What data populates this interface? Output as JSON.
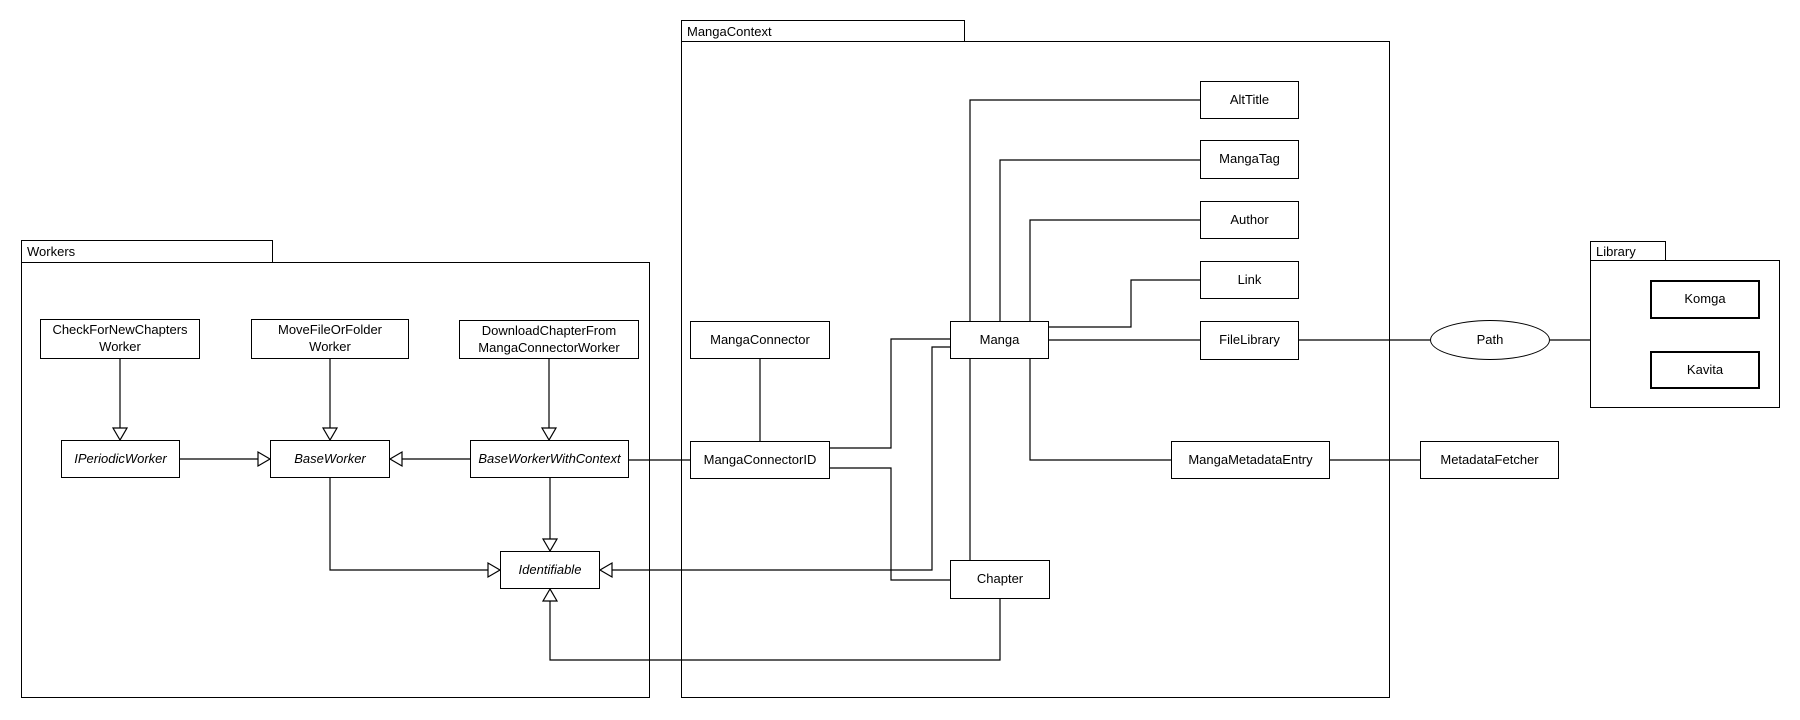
{
  "diagram": {
    "type": "uml-package-class-diagram",
    "background": "#ffffff",
    "line_color": "#000000",
    "box_fill": "#ffffff",
    "packages": {
      "workers": {
        "label": "Workers"
      },
      "manga_context": {
        "label": "MangaContext"
      },
      "library": {
        "label": "Library"
      }
    },
    "nodes": {
      "check_for_new_chapters_worker": {
        "label": "CheckForNewChapters",
        "label2": "Worker",
        "abstract": false,
        "package": "Workers"
      },
      "move_file_or_folder_worker": {
        "label": "MoveFileOrFolder",
        "label2": "Worker",
        "abstract": false,
        "package": "Workers"
      },
      "download_chapter_worker": {
        "label": "DownloadChapterFrom",
        "label2": "MangaConnectorWorker",
        "abstract": false,
        "package": "Workers"
      },
      "iperiodic_worker": {
        "label": "IPeriodicWorker",
        "abstract": true,
        "package": "Workers"
      },
      "base_worker": {
        "label": "BaseWorker",
        "abstract": true,
        "package": "Workers"
      },
      "base_worker_with_context": {
        "label": "BaseWorkerWithContext",
        "abstract": true,
        "package": "Workers"
      },
      "identifiable": {
        "label": "Identifiable",
        "abstract": true,
        "package": "Workers"
      },
      "manga_connector": {
        "label": "MangaConnector",
        "abstract": false,
        "package": "MangaContext"
      },
      "manga_connector_id": {
        "label": "MangaConnectorID",
        "abstract": false,
        "package": "MangaContext"
      },
      "manga": {
        "label": "Manga",
        "abstract": false,
        "package": "MangaContext"
      },
      "chapter": {
        "label": "Chapter",
        "abstract": false,
        "package": "MangaContext"
      },
      "alt_title": {
        "label": "AltTitle",
        "abstract": false,
        "package": "MangaContext"
      },
      "manga_tag": {
        "label": "MangaTag",
        "abstract": false,
        "package": "MangaContext"
      },
      "author": {
        "label": "Author",
        "abstract": false,
        "package": "MangaContext"
      },
      "link": {
        "label": "Link",
        "abstract": false,
        "package": "MangaContext"
      },
      "file_library": {
        "label": "FileLibrary",
        "abstract": false,
        "package": "MangaContext"
      },
      "manga_metadata_entry": {
        "label": "MangaMetadataEntry",
        "abstract": false,
        "package": "MangaContext"
      },
      "metadata_fetcher": {
        "label": "MetadataFetcher",
        "abstract": false,
        "package": null
      },
      "path": {
        "label": "Path",
        "shape": "ellipse",
        "abstract": false,
        "package": null
      },
      "komga": {
        "label": "Komga",
        "abstract": false,
        "package": "Library"
      },
      "kavita": {
        "label": "Kavita",
        "abstract": false,
        "package": "Library"
      }
    },
    "edges": [
      {
        "from": "CheckForNewChaptersWorker",
        "to": "IPeriodicWorker",
        "type": "generalization"
      },
      {
        "from": "MoveFileOrFolderWorker",
        "to": "BaseWorker",
        "type": "generalization"
      },
      {
        "from": "DownloadChapterFromMangaConnectorWorker",
        "to": "BaseWorkerWithContext",
        "type": "generalization"
      },
      {
        "from": "IPeriodicWorker",
        "to": "BaseWorker",
        "type": "generalization"
      },
      {
        "from": "BaseWorkerWithContext",
        "to": "BaseWorker",
        "type": "generalization"
      },
      {
        "from": "BaseWorker",
        "to": "Identifiable",
        "type": "generalization"
      },
      {
        "from": "BaseWorkerWithContext",
        "to": "Identifiable",
        "type": "generalization"
      },
      {
        "from": "Manga",
        "to": "Identifiable",
        "type": "generalization"
      },
      {
        "from": "Chapter",
        "to": "Identifiable",
        "type": "generalization"
      },
      {
        "from": "BaseWorkerWithContext",
        "to": "MangaConnectorID",
        "type": "association"
      },
      {
        "from": "MangaConnector",
        "to": "MangaConnectorID",
        "type": "association"
      },
      {
        "from": "MangaConnectorID",
        "to": "Manga",
        "type": "association"
      },
      {
        "from": "MangaConnectorID",
        "to": "Chapter",
        "type": "association"
      },
      {
        "from": "Manga",
        "to": "Chapter",
        "type": "association"
      },
      {
        "from": "Manga",
        "to": "AltTitle",
        "type": "association"
      },
      {
        "from": "Manga",
        "to": "MangaTag",
        "type": "association"
      },
      {
        "from": "Manga",
        "to": "Author",
        "type": "association"
      },
      {
        "from": "Manga",
        "to": "Link",
        "type": "association"
      },
      {
        "from": "Manga",
        "to": "FileLibrary",
        "type": "association"
      },
      {
        "from": "Manga",
        "to": "MangaMetadataEntry",
        "type": "association"
      },
      {
        "from": "FileLibrary",
        "to": "Path",
        "type": "association"
      },
      {
        "from": "Path",
        "to": "Library",
        "type": "association"
      },
      {
        "from": "MangaMetadataEntry",
        "to": "MetadataFetcher",
        "type": "association"
      }
    ]
  }
}
